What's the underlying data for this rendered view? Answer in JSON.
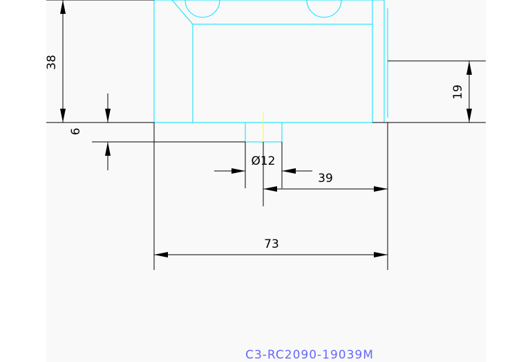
{
  "drawing": {
    "title_block_code": "C3-RC2090-19039M",
    "dimensions": {
      "height_total": "38",
      "base_step": "6",
      "hole_diameter": "Ø12",
      "hole_offset": "39",
      "overall_width": "73",
      "right_step_height": "19"
    }
  },
  "colors": {
    "part_outline": "#00e0ff",
    "dimension_lines": "#000000",
    "centerline": "#ffff00",
    "title_text": "#6666ff",
    "sheet_background": "#f9f9f9"
  }
}
